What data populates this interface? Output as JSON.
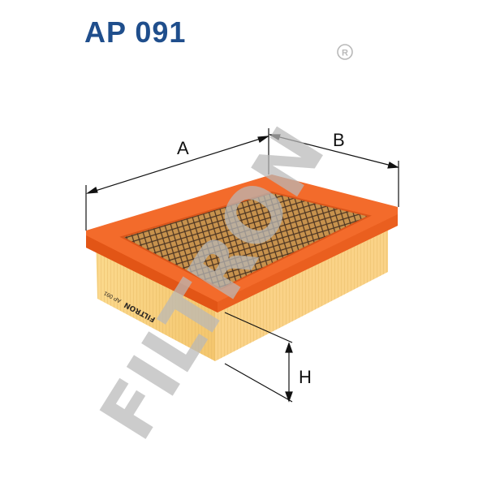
{
  "product": {
    "code": "AP 091"
  },
  "dimensions": {
    "a_label": "A",
    "b_label": "B",
    "h_label": "H"
  },
  "brand": {
    "watermark": "FILTRON",
    "registered_mark": "®",
    "imprint_brand": "FILTRON",
    "imprint_code": "AP 091"
  },
  "colors": {
    "title": "#1f4e8c",
    "frame": "#f36b2b",
    "frame_dark": "#e25516",
    "media": "#f8cf7a",
    "media_dark": "#e9b352",
    "mesh": "#3b2a1e",
    "watermark": "#b9b9b9"
  }
}
